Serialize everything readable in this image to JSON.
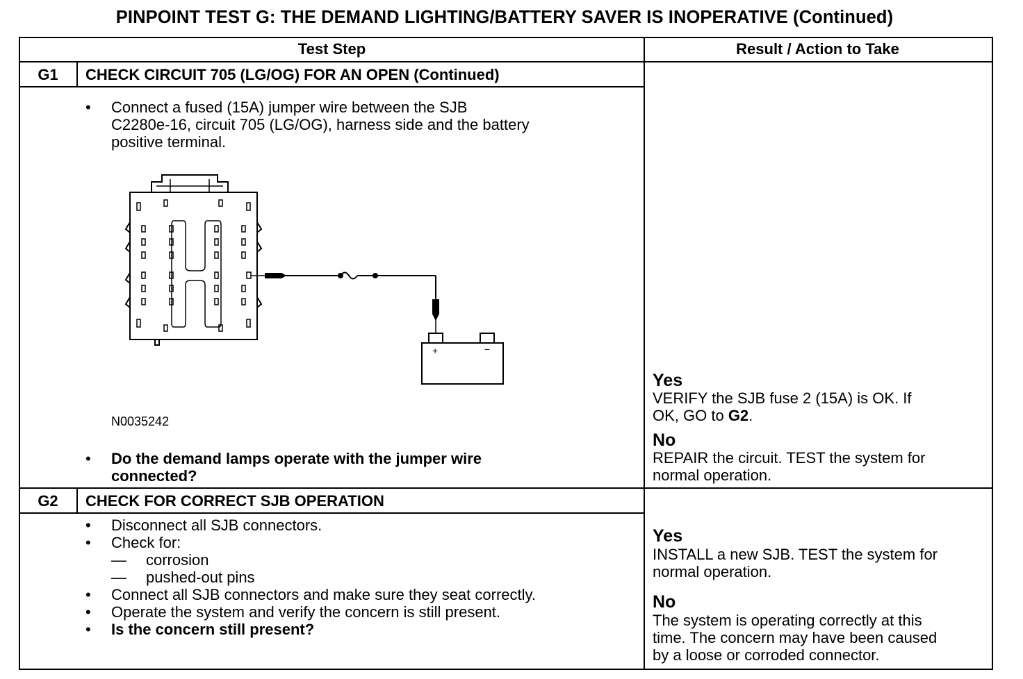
{
  "title": "PINPOINT TEST  G: THE DEMAND LIGHTING/BATTERY SAVER IS INOPERATIVE (Continued)",
  "headers": {
    "test_step": "Test Step",
    "result": "Result / Action to Take"
  },
  "g1": {
    "id": "G1",
    "title": "CHECK CIRCUIT 705 (LG/OG) FOR AN OPEN (Continued)",
    "bullet_char": "•",
    "step1_lines": [
      "Connect a fused (15A) jumper wire between the SJB",
      "C2280e-16, circuit 705 (LG/OG), harness side and the battery",
      "positive terminal."
    ],
    "figure_id": "N0035242",
    "figure": {
      "plus": "+",
      "minus": "−"
    },
    "question_lines": [
      "Do the demand lamps operate with the jumper wire",
      "connected?"
    ],
    "yes_label": "Yes",
    "yes_lines": [
      "VERIFY the SJB fuse 2 (15A) is OK. If",
      "OK, GO to "
    ],
    "yes_goto": "G2",
    "yes_end": ".",
    "no_label": "No",
    "no_lines": [
      "REPAIR the circuit. TEST the system for",
      "normal operation."
    ]
  },
  "g2": {
    "id": "G2",
    "title": "CHECK FOR CORRECT SJB OPERATION",
    "bullet_char": "•",
    "dash_char": "—",
    "lines": [
      "Disconnect all SJB connectors.",
      "Check for:",
      "corrosion",
      "pushed-out pins",
      "Connect all SJB connectors and make sure they seat correctly.",
      "Operate the system and verify the concern is still present.",
      "Is the concern still present?"
    ],
    "yes_label": "Yes",
    "yes_lines": [
      "INSTALL a new SJB. TEST the system for",
      "normal operation."
    ],
    "no_label": "No",
    "no_lines": [
      "The system is operating correctly at this",
      "time. The concern may have been caused",
      "by a loose or corroded connector."
    ]
  }
}
